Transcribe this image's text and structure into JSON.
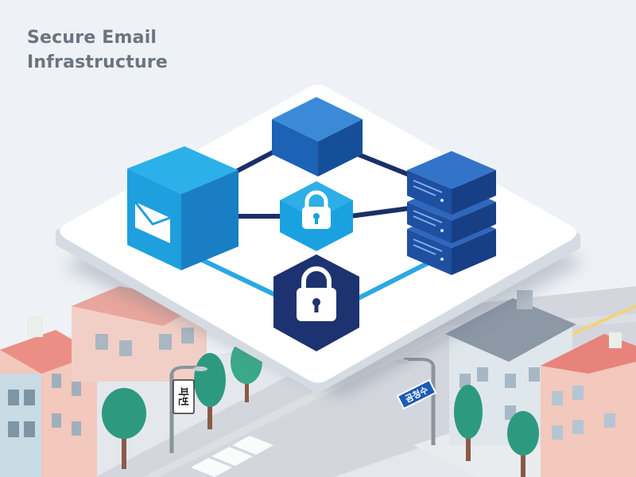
{
  "header": {
    "title_line1": "Secure Email",
    "title_line2": "Infrastructure"
  },
  "street_signs": {
    "left_sign": "파번",
    "right_sign": "곰청수"
  },
  "colors": {
    "background": "#eef2f6",
    "platform": "#ffffff",
    "mail_cube": "#1da0dd",
    "top_cube": "#1e6fc4",
    "server_stack": "#1f4fa0",
    "lock_hex_light": "#1aa2e0",
    "lock_hex_dark": "#1d3270",
    "connector_dark": "#1b2f68",
    "connector_light": "#2aa8e4"
  },
  "icons": [
    "envelope-icon",
    "lock-icon",
    "server-icon",
    "tree-icon",
    "street-lamp-icon"
  ]
}
